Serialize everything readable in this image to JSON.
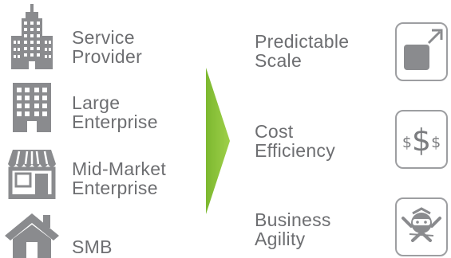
{
  "segments": [
    {
      "icon": "skyscraper-icon",
      "line1": "Service",
      "line2": "Provider"
    },
    {
      "icon": "office-building-icon",
      "line1": "Large",
      "line2": "Enterprise"
    },
    {
      "icon": "storefront-icon",
      "line1": "Mid-Market",
      "line2": "Enterprise"
    },
    {
      "icon": "house-icon",
      "line1": "SMB",
      "line2": ""
    }
  ],
  "benefits": [
    {
      "icon": "scale-expand-icon",
      "line1": "Predictable",
      "line2": "Scale"
    },
    {
      "icon": "dollar-signs-icon",
      "line1": "Cost",
      "line2": "Efficiency",
      "symbol_small_left": "$",
      "symbol_big": "$",
      "symbol_small_right": "$"
    },
    {
      "icon": "ninja-icon",
      "line1": "Business",
      "line2": "Agility"
    }
  ],
  "colors": {
    "text": "#6d6e71",
    "icon": "#8a8b8e",
    "arrow": "#8dc63f",
    "box_border": "#9d9ea1"
  }
}
